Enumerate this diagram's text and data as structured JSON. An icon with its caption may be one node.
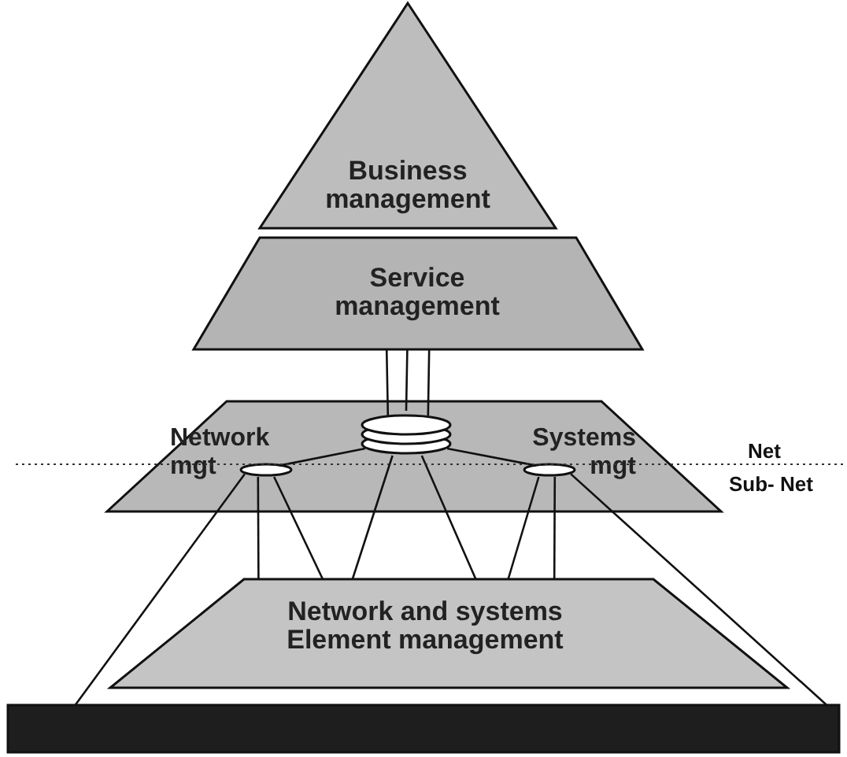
{
  "diagram": {
    "nodes": [
      {
        "text": [
          "Business management"
        ]
      },
      {
        "text": [
          "Service management"
        ]
      },
      {
        "text": [
          "Network mgt",
          "Systems mgt"
        ]
      },
      {
        "text": [],
        "shape": "cylinder",
        "in": 2
      },
      {
        "text": [],
        "shape": "ellipse",
        "in": 2
      },
      {
        "text": [],
        "shape": "ellipse",
        "in": 2
      },
      {
        "text": [
          "Network and systems Element management"
        ]
      },
      {
        "text": [],
        "shape": "bar"
      }
    ],
    "edges": [
      {
        "from": 1,
        "to": 3,
        "arrow": "none"
      },
      {
        "from": 1,
        "to": 3,
        "arrow": "none"
      },
      {
        "from": 1,
        "to": 3,
        "arrow": "none"
      },
      {
        "from": 3,
        "to": 4,
        "arrow": "none"
      },
      {
        "from": 3,
        "to": 5,
        "arrow": "none"
      },
      {
        "from": 3,
        "to": 6,
        "arrow": "none"
      },
      {
        "from": 3,
        "to": 6,
        "arrow": "none"
      },
      {
        "from": 4,
        "to": 6,
        "arrow": "none"
      },
      {
        "from": 4,
        "to": 6,
        "arrow": "none"
      },
      {
        "from": 4,
        "to": 7,
        "arrow": "none"
      },
      {
        "from": 5,
        "to": 6,
        "arrow": "none"
      },
      {
        "from": 5,
        "to": 6,
        "arrow": "none"
      },
      {
        "from": 5,
        "to": 7,
        "arrow": "none"
      }
    ],
    "labels": [
      "Net",
      "Sub- Net"
    ]
  }
}
